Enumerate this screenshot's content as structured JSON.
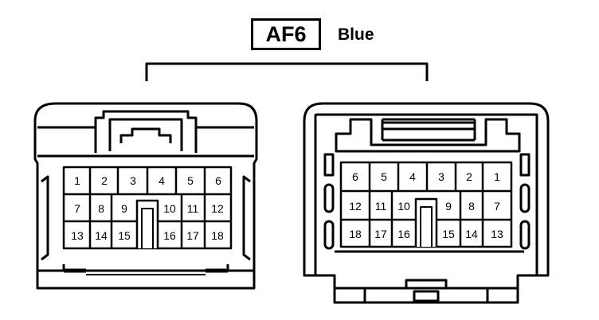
{
  "header": {
    "connector_code": "AF6",
    "color_name": "Blue"
  },
  "colors": {
    "ink": "#000000",
    "background": "#ffffff"
  },
  "female_connector": {
    "row1": [
      "1",
      "2",
      "3",
      "4",
      "5",
      "6"
    ],
    "row2_left": [
      "7",
      "8",
      "9"
    ],
    "row2_right": [
      "10",
      "11",
      "12"
    ],
    "row3_left": [
      "13",
      "14",
      "15"
    ],
    "row3_right": [
      "16",
      "17",
      "18"
    ]
  },
  "male_connector": {
    "row1": [
      "6",
      "5",
      "4",
      "3",
      "2",
      "1"
    ],
    "row2_left": [
      "12",
      "11",
      "10"
    ],
    "row2_right": [
      "9",
      "8",
      "7"
    ],
    "row3_left": [
      "18",
      "17",
      "16"
    ],
    "row3_right": [
      "15",
      "14",
      "13"
    ]
  }
}
